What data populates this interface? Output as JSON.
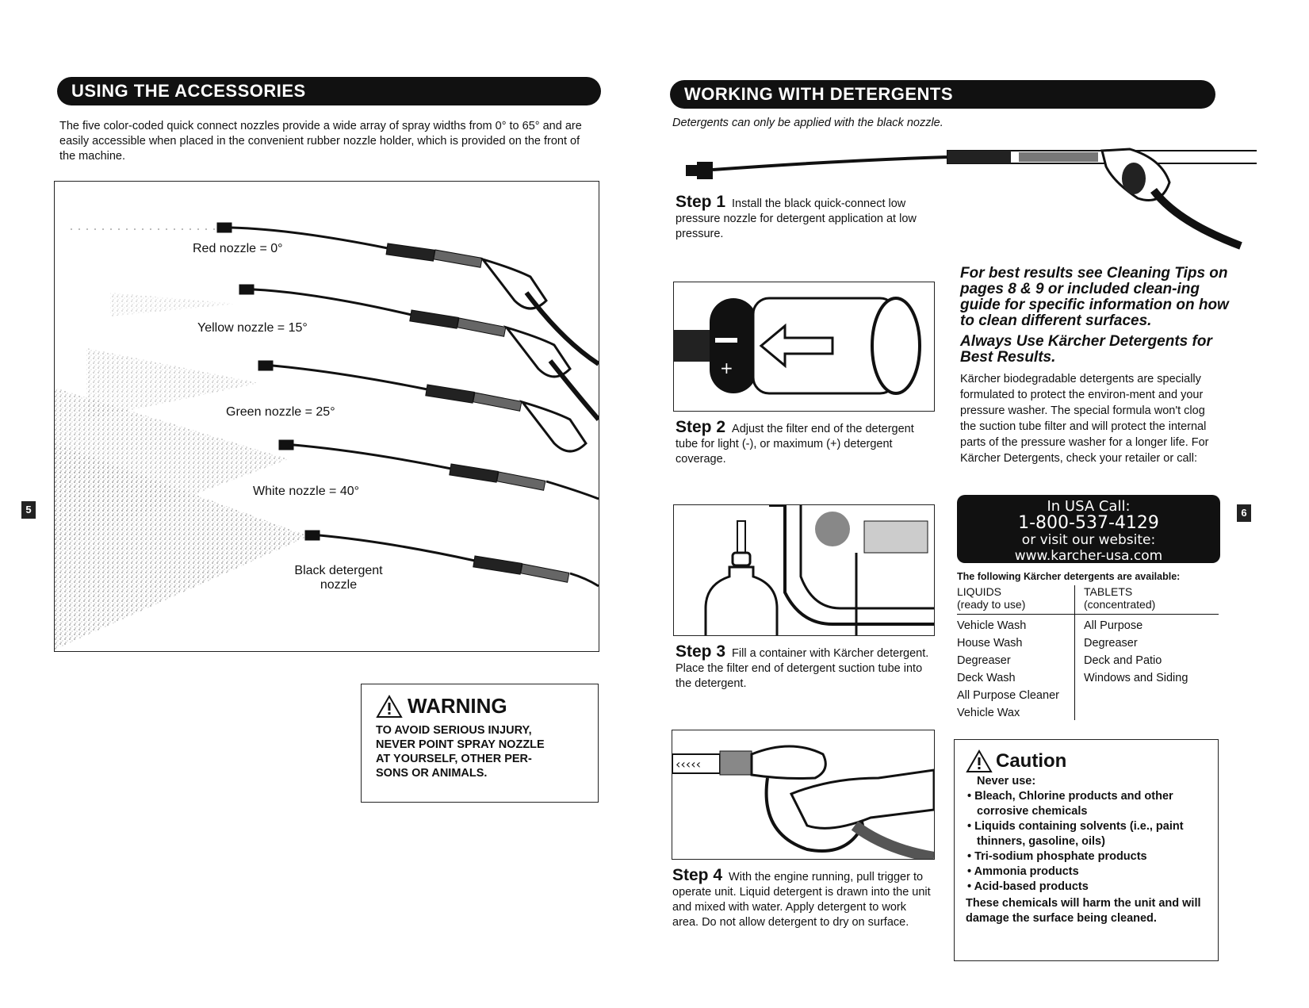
{
  "left": {
    "section_title": "USING THE ACCESSORIES",
    "intro": "The five color-coded quick connect nozzles provide a wide array of spray widths from 0° to 65° and are easily accessible when placed in the convenient rubber nozzle holder, which is provided on the front of the machine.",
    "nozzles": [
      {
        "label": "Red nozzle = 0°"
      },
      {
        "label": "Yellow nozzle = 15°"
      },
      {
        "label": "Green nozzle = 25°"
      },
      {
        "label": "White nozzle = 40°"
      },
      {
        "label_line1": "Black detergent",
        "label_line2": "nozzle"
      }
    ],
    "page_number": "5",
    "warning": {
      "title": "WARNING",
      "line1": "TO AVOID SERIOUS INJURY,",
      "line2": "NEVER POINT SPRAY NOZZLE",
      "line3": "AT YOURSELF, OTHER PER-",
      "line4": "SONS OR ANIMALS."
    }
  },
  "right": {
    "section_title": "WORKING WITH DETERGENTS",
    "subtitle": "Detergents can only be applied with the black nozzle.",
    "page_number": "6",
    "steps": [
      {
        "head": "Step 1",
        "text": "Install the black quick-connect low pressure nozzle for detergent application at low pressure."
      },
      {
        "head": "Step 2",
        "text": "Adjust the filter end of the detergent tube for light (-), or maximum (+) detergent coverage."
      },
      {
        "head": "Step 3",
        "text": "Fill a container with Kärcher detergent. Place the filter end of detergent suction tube into the detergent."
      },
      {
        "head": "Step 4",
        "text": "With the engine running, pull trigger to operate unit. Liquid detergent is drawn into the unit and mixed with water. Apply detergent to work area. Do not allow detergent to dry on surface."
      }
    ],
    "tip": "For best results see Cleaning Tips on pages 8 & 9 or included clean-ing guide for specific information on how to clean different surfaces.",
    "always_use": "Always Use Kärcher Detergents for Best Results.",
    "body": "Kärcher biodegradable detergents are specially formulated to protect the environ-ment and your pressure washer. The special formula won't clog the suction tube filter and will protect the internal parts of the pressure washer for a longer life. For Kärcher Detergents, check your retailer or call:",
    "call": {
      "line1": "In USA Call:",
      "line2": "1-800-537-4129",
      "line3": "or visit our website:",
      "line4": "www.karcher-usa.com"
    },
    "detergents": {
      "heading": "The following Kärcher detergents are available:",
      "liquids_head": "LIQUIDS",
      "liquids_sub": "(ready to use)",
      "tablets_head": "TABLETS",
      "tablets_sub": "(concentrated)",
      "liquids": [
        "Vehicle Wash",
        "House Wash",
        "Degreaser",
        "Deck Wash",
        "All Purpose Cleaner",
        "Vehicle Wax"
      ],
      "tablets": [
        "All Purpose",
        "Degreaser",
        "Deck and Patio",
        "Windows and Siding"
      ]
    },
    "caution": {
      "title": "Caution",
      "never": "Never use:",
      "items": [
        "• Bleach, Chlorine products and other corrosive chemicals",
        "• Liquids containing solvents (i.e., paint thinners, gasoline, oils)",
        "• Tri-sodium phosphate products",
        "• Ammonia products",
        "• Acid-based products"
      ],
      "footer": "These chemicals will harm the unit and will damage the surface being cleaned."
    }
  }
}
